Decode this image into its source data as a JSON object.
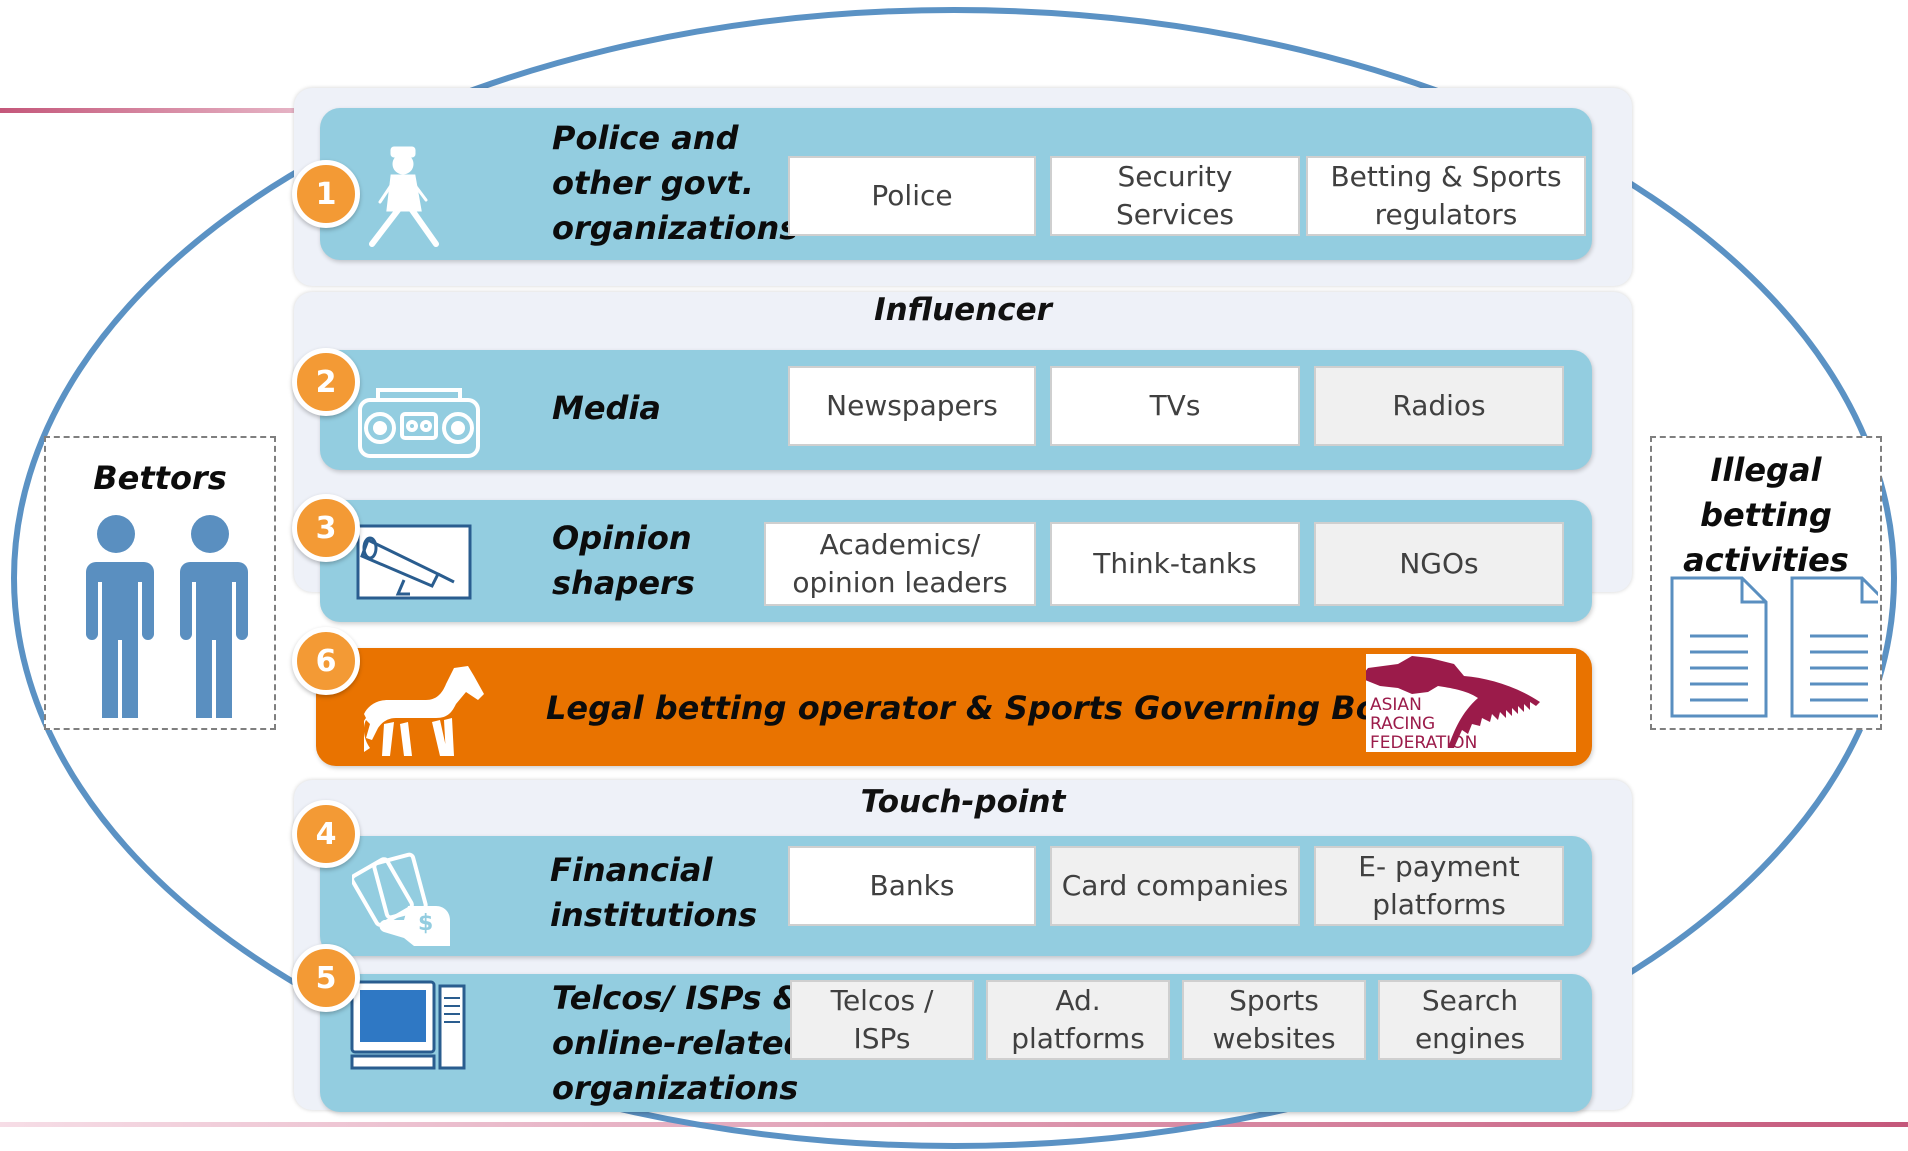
{
  "accent_colors": {
    "row_blue": "#93cde0",
    "orange": "#e97300",
    "badge": "#f39a35",
    "ellipse": "#5b92c4",
    "logo": "#9b1b4a"
  },
  "bettors": {
    "label": "Bettors",
    "icon": "two-people-icon"
  },
  "illegal": {
    "label": "Illegal\nbetting\nactivities",
    "icon": "documents-icon"
  },
  "influencer_title": "Influencer",
  "touchpoint_title": "Touch-point",
  "rows": {
    "police": {
      "badge": "1",
      "icon": "police-officer-icon",
      "label": "Police and\nother govt.\norganizations",
      "boxes": [
        "Police",
        "Security\nServices",
        "Betting & Sports\nregulators"
      ]
    },
    "media": {
      "badge": "2",
      "icon": "boombox-icon",
      "label": "Media",
      "boxes": [
        "Newspapers",
        "TVs",
        "Radios"
      ]
    },
    "opinion": {
      "badge": "3",
      "icon": "megaphone-icon",
      "label": "Opinion\nshapers",
      "boxes": [
        "Academics/\nopinion leaders",
        "Think-tanks",
        "NGOs"
      ]
    },
    "legal": {
      "badge": "6",
      "icon": "horse-icon",
      "label": "Legal betting operator & Sports Governing Bodies",
      "logo_text": "ASIAN\nRACING\nFEDERATION"
    },
    "financial": {
      "badge": "4",
      "icon": "cards-money-icon",
      "label": "Financial\ninstitutions",
      "boxes": [
        "Banks",
        "Card companies",
        "E- payment\nplatforms"
      ]
    },
    "telcos": {
      "badge": "5",
      "icon": "computer-icon",
      "label": "Telcos/ ISPs &\nonline-related\norganizations",
      "boxes": [
        "Telcos /\nISPs",
        "Ad.\nplatforms",
        "Sports\nwebsites",
        "Search\nengines"
      ]
    }
  }
}
